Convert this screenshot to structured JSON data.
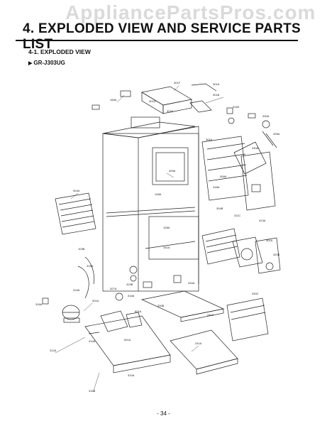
{
  "watermark": "AppliancePartsPros.com",
  "header": {
    "title": "4. EXPLODED VIEW AND SERVICE PARTS LIST"
  },
  "section": {
    "title": "4-1. EXPLODED VIEW"
  },
  "model": {
    "name": "GR-J303UG"
  },
  "footer": {
    "page_number": "- 34 -"
  },
  "colors": {
    "line": "#222222",
    "background": "#ffffff"
  },
  "icons": {
    "model_marker": "triangle-right-icon"
  }
}
